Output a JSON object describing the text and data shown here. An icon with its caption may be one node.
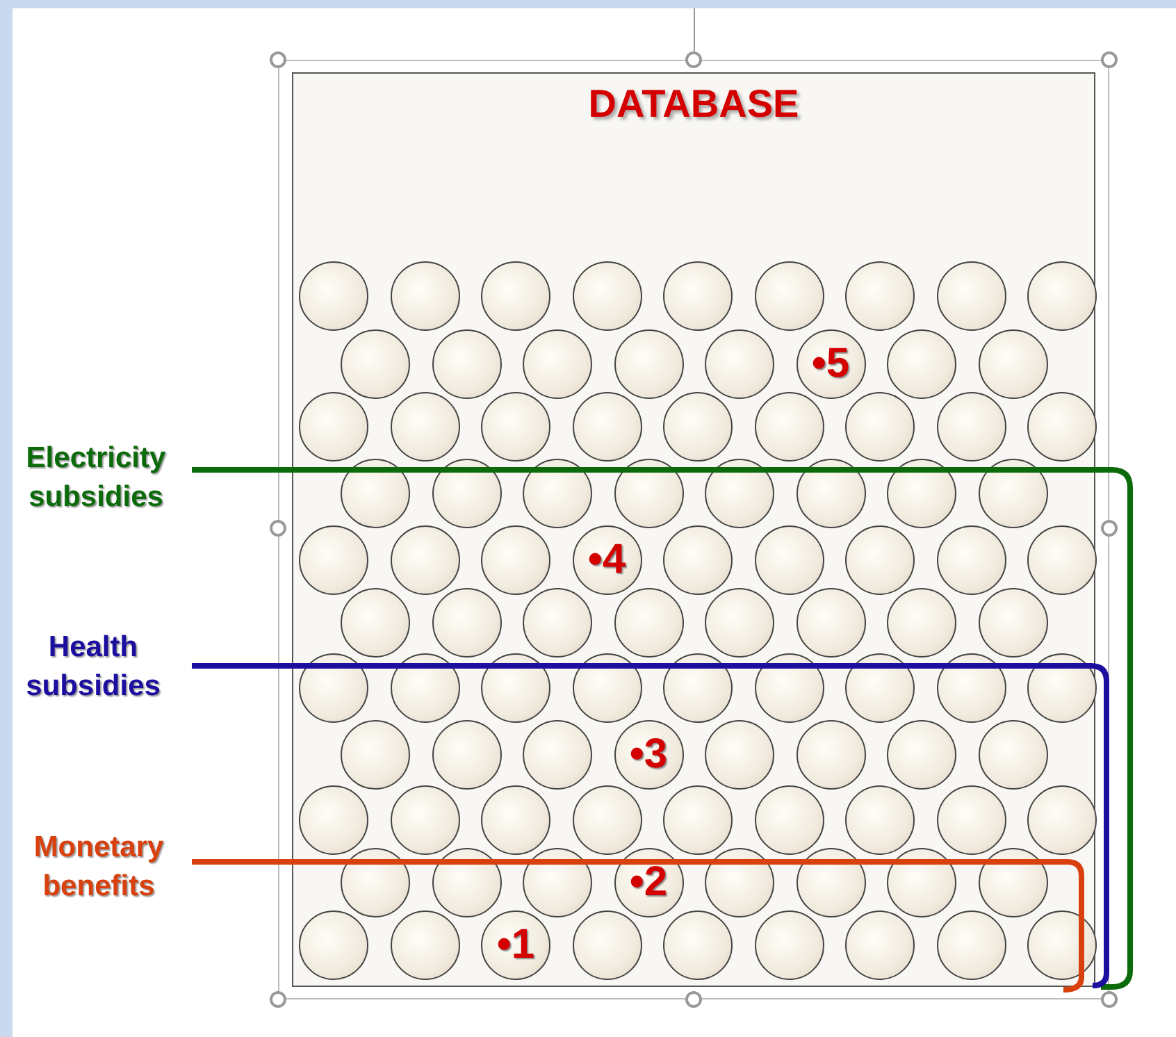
{
  "diagram": {
    "nodes": [
      {
        "text": [
          "DATABASE"
        ]
      },
      {
        "text": [],
        "shape": "circle",
        "in": 0
      },
      {
        "text": [],
        "shape": "circle",
        "in": 0
      },
      {
        "text": [],
        "shape": "circle",
        "in": 0
      },
      {
        "text": [],
        "shape": "circle",
        "in": 0
      },
      {
        "text": [],
        "shape": "circle",
        "in": 0
      },
      {
        "text": [],
        "shape": "circle",
        "in": 0
      },
      {
        "text": [],
        "shape": "circle",
        "in": 0
      },
      {
        "text": [],
        "shape": "circle",
        "in": 0
      },
      {
        "text": [],
        "shape": "circle",
        "in": 0
      },
      {
        "text": [],
        "shape": "circle",
        "in": 0
      },
      {
        "text": [],
        "shape": "circle",
        "in": 0
      },
      {
        "text": [],
        "shape": "circle",
        "in": 0
      },
      {
        "text": [],
        "shape": "circle",
        "in": 0
      },
      {
        "text": [],
        "shape": "circle",
        "in": 0
      },
      {
        "text": [
          "•5"
        ],
        "in": 0
      },
      {
        "text": [],
        "shape": "circle",
        "in": 0
      },
      {
        "text": [],
        "shape": "circle",
        "in": 0
      },
      {
        "text": [],
        "shape": "circle",
        "in": 0
      },
      {
        "text": [],
        "shape": "circle",
        "in": 0
      },
      {
        "text": [],
        "shape": "circle",
        "in": 0
      },
      {
        "text": [],
        "shape": "circle",
        "in": 0
      },
      {
        "text": [],
        "shape": "circle",
        "in": 0
      },
      {
        "text": [],
        "shape": "circle",
        "in": 0
      },
      {
        "text": [],
        "shape": "circle",
        "in": 0
      },
      {
        "text": [],
        "shape": "circle",
        "in": 0
      },
      {
        "text": [],
        "shape": "circle",
        "in": 0
      },
      {
        "text": [],
        "shape": "circle",
        "in": 0
      },
      {
        "text": [],
        "shape": "circle",
        "in": 0
      },
      {
        "text": [],
        "shape": "circle",
        "in": 0
      },
      {
        "text": [],
        "shape": "circle",
        "in": 0
      },
      {
        "text": [],
        "shape": "circle",
        "in": 0
      },
      {
        "text": [],
        "shape": "circle",
        "in": 0
      },
      {
        "text": [],
        "shape": "circle",
        "in": 0
      },
      {
        "text": [],
        "shape": "circle",
        "in": 0
      },
      {
        "text": [],
        "shape": "circle",
        "in": 0
      },
      {
        "text": [],
        "shape": "circle",
        "in": 0
      },
      {
        "text": [],
        "shape": "circle",
        "in": 0
      },
      {
        "text": [
          "•4"
        ],
        "in": 0
      },
      {
        "text": [],
        "shape": "circle",
        "in": 0
      },
      {
        "text": [],
        "shape": "circle",
        "in": 0
      },
      {
        "text": [],
        "shape": "circle",
        "in": 0
      },
      {
        "text": [],
        "shape": "circle",
        "in": 0
      },
      {
        "text": [],
        "shape": "circle",
        "in": 0
      },
      {
        "text": [],
        "shape": "circle",
        "in": 0
      },
      {
        "text": [],
        "shape": "circle",
        "in": 0
      },
      {
        "text": [],
        "shape": "circle",
        "in": 0
      },
      {
        "text": [],
        "shape": "circle",
        "in": 0
      },
      {
        "text": [],
        "shape": "circle",
        "in": 0
      },
      {
        "text": [],
        "shape": "circle",
        "in": 0
      },
      {
        "text": [],
        "shape": "circle",
        "in": 0
      },
      {
        "text": [],
        "shape": "circle",
        "in": 0
      },
      {
        "text": [],
        "shape": "circle",
        "in": 0
      },
      {
        "text": [],
        "shape": "circle",
        "in": 0
      },
      {
        "text": [],
        "shape": "circle",
        "in": 0
      },
      {
        "text": [],
        "shape": "circle",
        "in": 0
      },
      {
        "text": [],
        "shape": "circle",
        "in": 0
      },
      {
        "text": [],
        "shape": "circle",
        "in": 0
      },
      {
        "text": [],
        "shape": "circle",
        "in": 0
      },
      {
        "text": [],
        "shape": "circle",
        "in": 0
      },
      {
        "text": [],
        "shape": "circle",
        "in": 0
      },
      {
        "text": [],
        "shape": "circle",
        "in": 0
      },
      {
        "text": [],
        "shape": "circle",
        "in": 0
      },
      {
        "text": [],
        "shape": "circle",
        "in": 0
      },
      {
        "text": [
          "•3"
        ],
        "in": 0
      },
      {
        "text": [],
        "shape": "circle",
        "in": 0
      },
      {
        "text": [],
        "shape": "circle",
        "in": 0
      },
      {
        "text": [],
        "shape": "circle",
        "in": 0
      },
      {
        "text": [],
        "shape": "circle",
        "in": 0
      },
      {
        "text": [],
        "shape": "circle",
        "in": 0
      },
      {
        "text": [],
        "shape": "circle",
        "in": 0
      },
      {
        "text": [],
        "shape": "circle",
        "in": 0
      },
      {
        "text": [],
        "shape": "circle",
        "in": 0
      },
      {
        "text": [],
        "shape": "circle",
        "in": 0
      },
      {
        "text": [],
        "shape": "circle",
        "in": 0
      },
      {
        "text": [],
        "shape": "circle",
        "in": 0
      },
      {
        "text": [],
        "shape": "circle",
        "in": 0
      },
      {
        "text": [],
        "shape": "circle",
        "in": 0
      },
      {
        "text": [],
        "shape": "circle",
        "in": 0
      },
      {
        "text": [],
        "shape": "circle",
        "in": 0
      },
      {
        "text": [],
        "shape": "circle",
        "in": 0
      },
      {
        "text": [
          "•2"
        ],
        "in": 0
      },
      {
        "text": [],
        "shape": "circle",
        "in": 0
      },
      {
        "text": [],
        "shape": "circle",
        "in": 0
      },
      {
        "text": [],
        "shape": "circle",
        "in": 0
      },
      {
        "text": [],
        "shape": "circle",
        "in": 0
      },
      {
        "text": [],
        "shape": "circle",
        "in": 0
      },
      {
        "text": [],
        "shape": "circle",
        "in": 0
      },
      {
        "text": [
          "•1"
        ],
        "in": 0
      },
      {
        "text": [],
        "shape": "circle",
        "in": 0
      },
      {
        "text": [],
        "shape": "circle",
        "in": 0
      },
      {
        "text": [],
        "shape": "circle",
        "in": 0
      },
      {
        "text": [],
        "shape": "circle",
        "in": 0
      },
      {
        "text": [],
        "shape": "circle",
        "in": 0
      },
      {
        "text": [],
        "shape": "circle",
        "in": 0
      }
    ],
    "labels": [
      "Electricity subsidies",
      "Health subsidies",
      "Monetary benefits"
    ]
  }
}
